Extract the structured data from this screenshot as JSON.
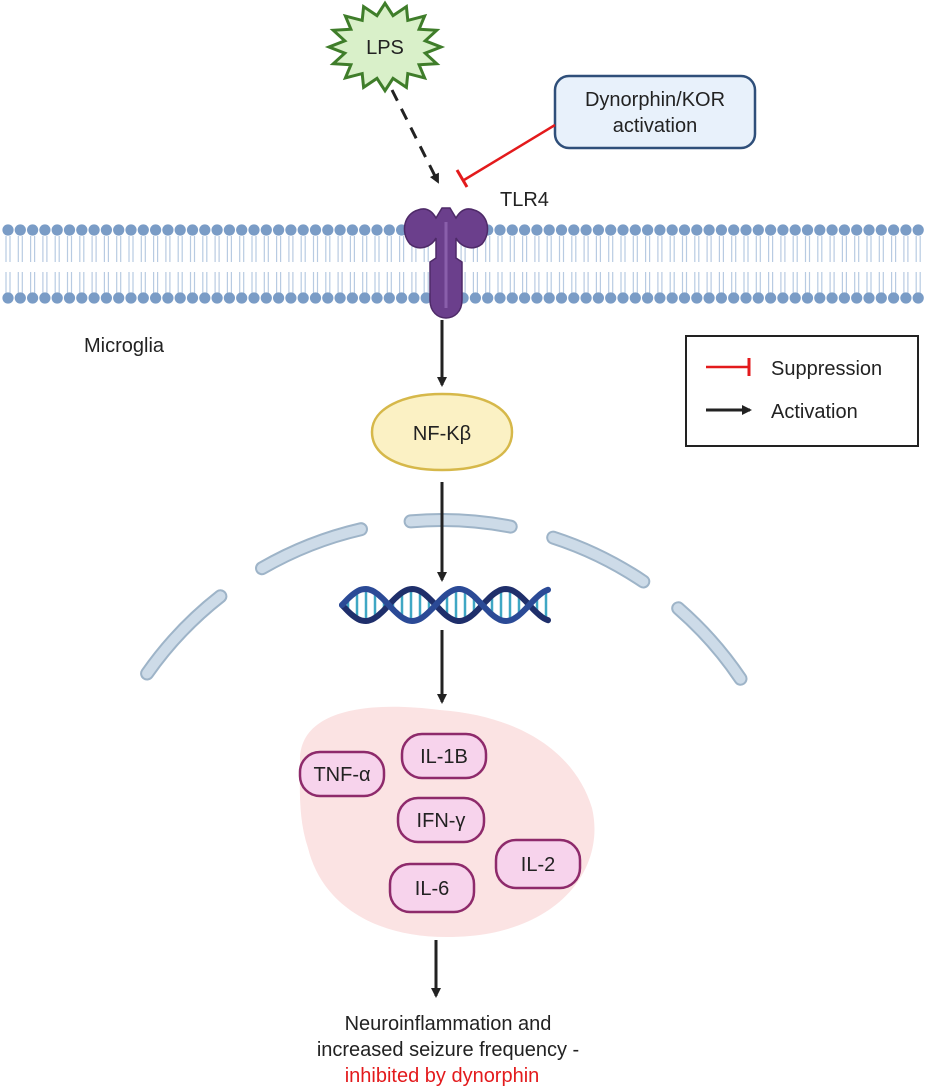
{
  "nodes": {
    "lps": "LPS",
    "kor_line1": "Dynorphin/KOR",
    "kor_line2": "activation",
    "tlr4": "TLR4",
    "microglia": "Microglia",
    "nfkb": "NF-Kβ",
    "cytokines": [
      "TNF-α",
      "IL-1B",
      "IFN-γ",
      "IL-6",
      "IL-2"
    ]
  },
  "legend": {
    "suppression": "Suppression",
    "activation": "Activation"
  },
  "outcome": {
    "line1": "Neuroinflammation and",
    "line2": "increased seizure frequency -",
    "line3": "inhibited by dynorphin"
  },
  "colors": {
    "suppression": "#e31a1c",
    "activation": "#222222",
    "lps_fill": "#d9f0c9",
    "lps_stroke": "#3f7d2a",
    "kor_fill": "#e8f1fb",
    "kor_stroke": "#2f4f7a",
    "membrane_head": "#7a9cc6",
    "receptor": "#6b3f8c",
    "nfkb_fill": "#fbf1c4",
    "nfkb_stroke": "#d6b84a",
    "nucleus": "#cddbe8",
    "dna_dark": "#1f2f6b",
    "dna_light": "#3fa7c4",
    "cytokine_cloud": "#fbe3e3",
    "cytokine_fill": "#f7d3ec",
    "cytokine_stroke": "#8e2a6b",
    "outcome_highlight": "#e31a1c"
  }
}
